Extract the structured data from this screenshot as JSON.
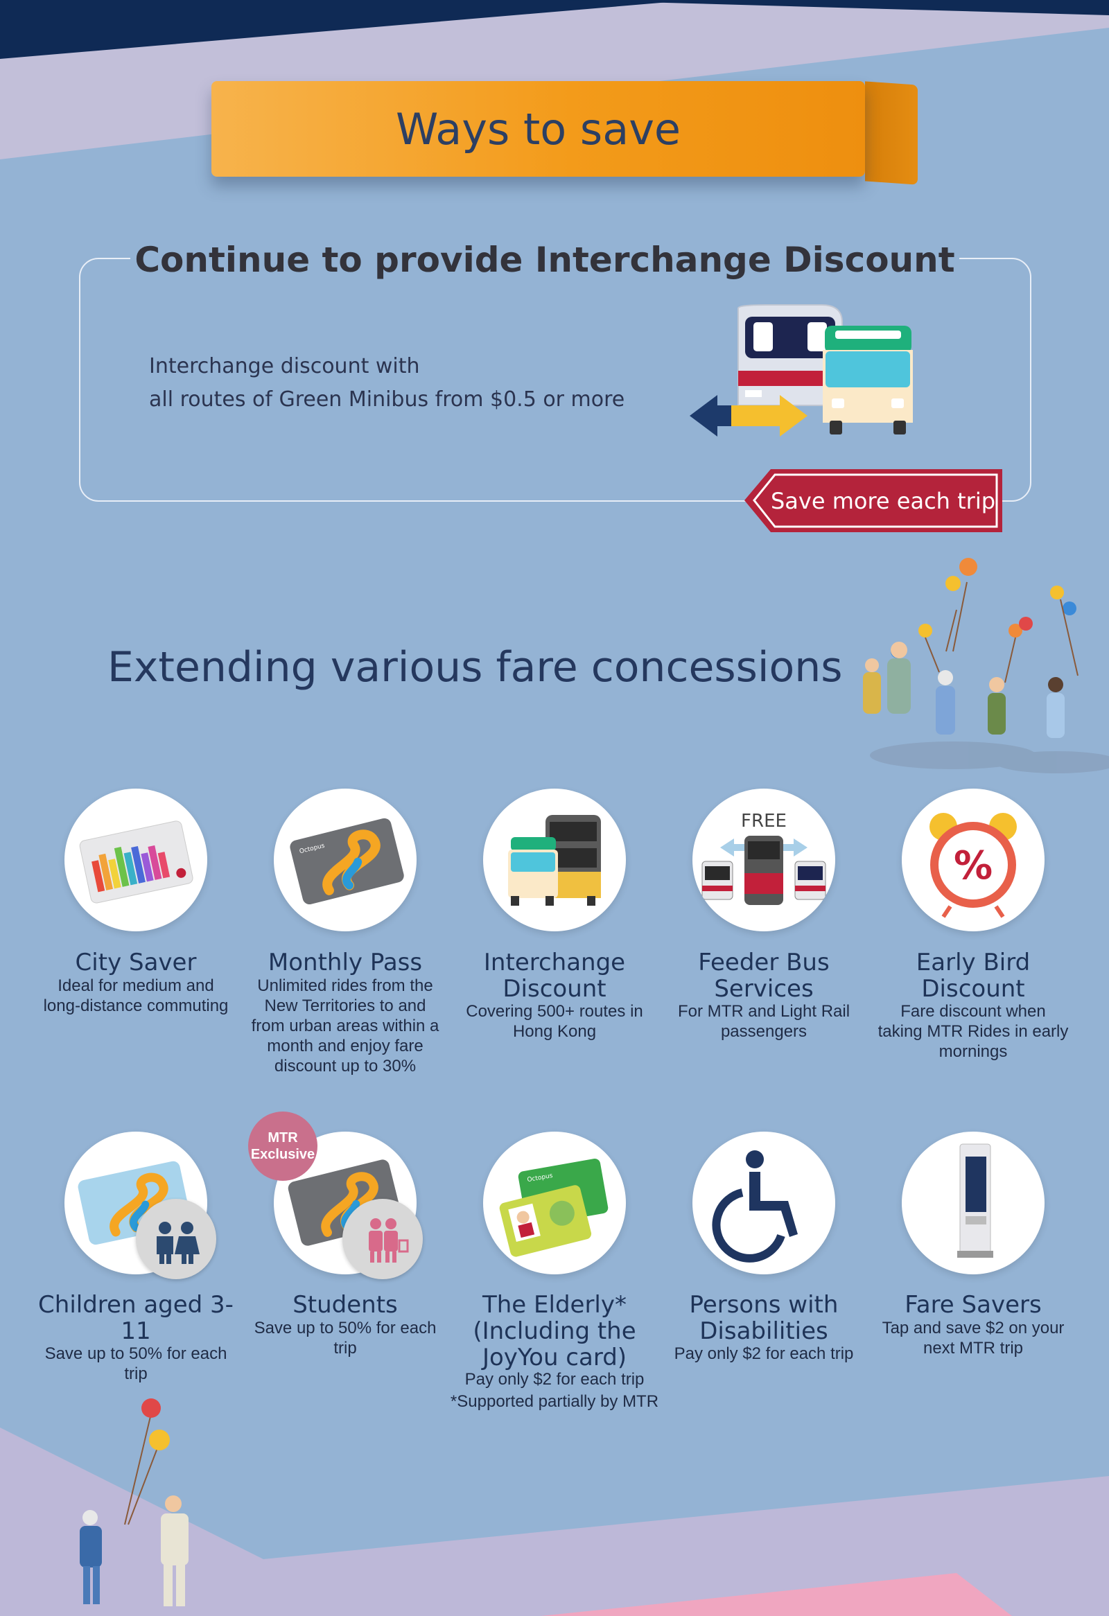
{
  "header": {
    "title": "Ways to save"
  },
  "interchange": {
    "title": "Continue to provide Interchange Discount",
    "line1": "Interchange discount with",
    "line2": "all routes of Green Minibus from $0.5 or more",
    "tag": "Save more each trip"
  },
  "concessions": {
    "title": "Extending various fare concessions",
    "row1": [
      {
        "icon": "city-saver-card-icon",
        "title": "City Saver",
        "desc": "Ideal for medium and long-distance commuting"
      },
      {
        "icon": "octopus-card-icon",
        "title": "Monthly Pass",
        "desc": "Unlimited rides from the New Territories to and from urban areas within a month and enjoy fare discount up to 30%"
      },
      {
        "icon": "bus-minibus-icon",
        "title": "Interchange Discount",
        "desc": "Covering 500+ routes in Hong Kong"
      },
      {
        "icon": "feeder-bus-icon",
        "badge": "FREE",
        "title": "Feeder Bus Services",
        "desc": "For MTR and Light Rail passengers"
      },
      {
        "icon": "alarm-clock-percent-icon",
        "title": "Early Bird Discount",
        "desc": "Fare discount when taking MTR Rides in early mornings"
      }
    ],
    "row2": [
      {
        "icon": "child-octopus-card-icon",
        "title": "Children aged 3-11",
        "desc": "Save up to 50% for each trip"
      },
      {
        "icon": "student-octopus-card-icon",
        "badge_line1": "MTR",
        "badge_line2": "Exclusive",
        "title": "Students",
        "desc": "Save up to 50% for each trip"
      },
      {
        "icon": "elderly-octopus-card-icon",
        "title": "The Elderly* (Including the JoyYou card)",
        "desc": "Pay only $2 for each trip",
        "note": "*Supported partially by MTR"
      },
      {
        "icon": "wheelchair-icon",
        "title": "Persons with Disabilities",
        "desc": "Pay only $2 for each trip"
      },
      {
        "icon": "fare-saver-kiosk-icon",
        "title": "Fare Savers",
        "desc": "Tap and save $2 on your next MTR trip"
      }
    ]
  },
  "colors": {
    "background": "#94b3d4",
    "banner": "#f39b1a",
    "title": "#25385e",
    "tag": "#b4233b"
  }
}
